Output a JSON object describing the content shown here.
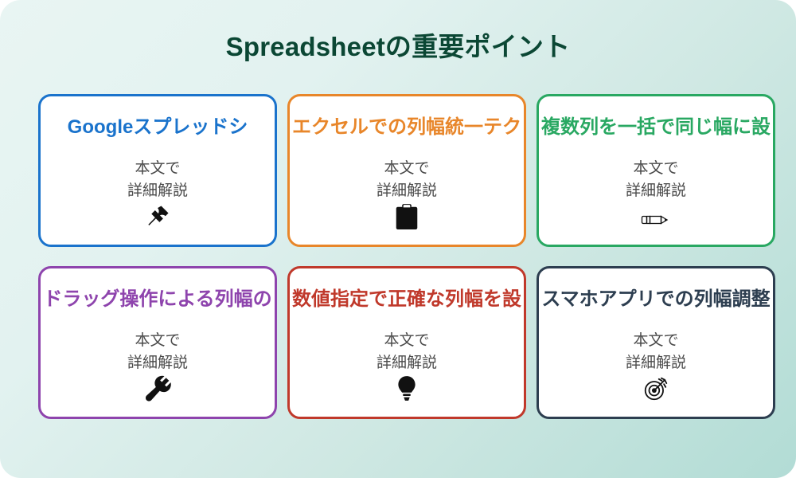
{
  "title": "Spreadsheetの重要ポイント",
  "background": {
    "gradient_from": "#e9f5f3",
    "gradient_to": "#b2dcd5"
  },
  "title_color": "#0b4734",
  "body_text_color": "#4a4a4a",
  "cards": [
    {
      "title": "Googleスプレッドシ",
      "accent": "#1a73cc",
      "body_line1": "本文で",
      "body_line2": "詳細解説",
      "icon": "pushpin-icon"
    },
    {
      "title": "エクセルでの列幅統一テク",
      "accent": "#e8862a",
      "body_line1": "本文で",
      "body_line2": "詳細解説",
      "icon": "clipboard-icon"
    },
    {
      "title": "複数列を一括で同じ幅に設",
      "accent": "#29a862",
      "body_line1": "本文で",
      "body_line2": "詳細解説",
      "icon": "pencil-icon"
    },
    {
      "title": "ドラッグ操作による列幅の",
      "accent": "#8e44ad",
      "body_line1": "本文で",
      "body_line2": "詳細解説",
      "icon": "wrench-icon"
    },
    {
      "title": "数値指定で正確な列幅を設",
      "accent": "#c0392b",
      "body_line1": "本文で",
      "body_line2": "詳細解説",
      "icon": "lightbulb-icon"
    },
    {
      "title": "スマホアプリでの列幅調整",
      "accent": "#2d3e50",
      "body_line1": "本文で",
      "body_line2": "詳細解説",
      "icon": "dart-target-icon"
    }
  ]
}
